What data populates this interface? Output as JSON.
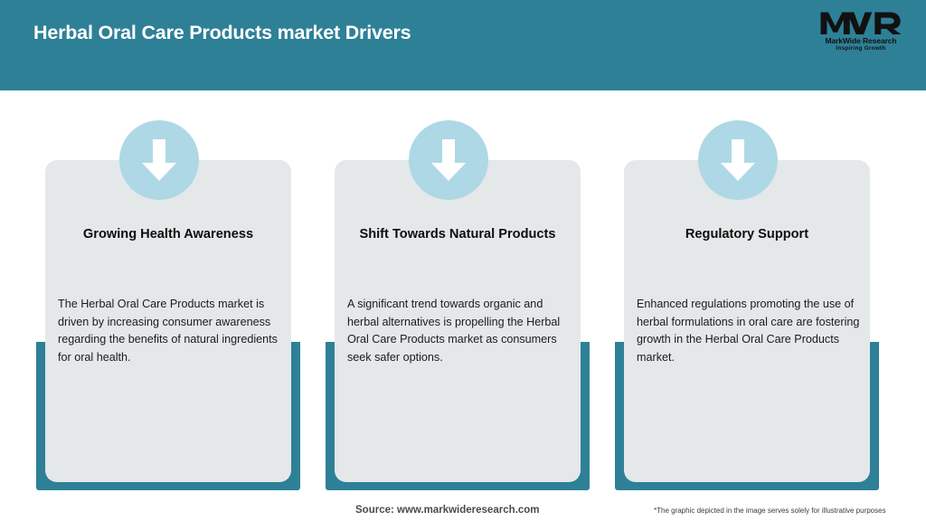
{
  "header": {
    "title": "Herbal Oral Care Products market Drivers",
    "background_color": "#2e8097",
    "title_color": "#ffffff",
    "logo": {
      "mark_text": "MWR",
      "name": "MarkWide Research",
      "tagline": "Inspiring Growth"
    }
  },
  "theme": {
    "teal": "#2e8097",
    "card_gray": "#e4e8e9",
    "badge_blue": "#aed8e6",
    "arrow_white": "#ffffff"
  },
  "cards": [
    {
      "icon": "arrow-down-icon",
      "title": "Growing Health Awareness",
      "body": "The Herbal Oral Care Products market is driven by increasing consumer awareness regarding the benefits of natural ingredients for oral health."
    },
    {
      "icon": "arrow-down-icon",
      "title": "Shift Towards Natural Products",
      "body": "A significant trend towards organic and herbal alternatives is propelling the Herbal Oral Care Products market as consumers seek safer options."
    },
    {
      "icon": "arrow-down-icon",
      "title": "Regulatory Support",
      "body": "Enhanced regulations promoting the use of herbal formulations in oral care are fostering growth in the Herbal Oral Care Products market."
    }
  ],
  "footer": {
    "source": "Source: www.markwideresearch.com",
    "disclaimer": "*The graphic depicted in the image serves solely for illustrative purposes"
  }
}
